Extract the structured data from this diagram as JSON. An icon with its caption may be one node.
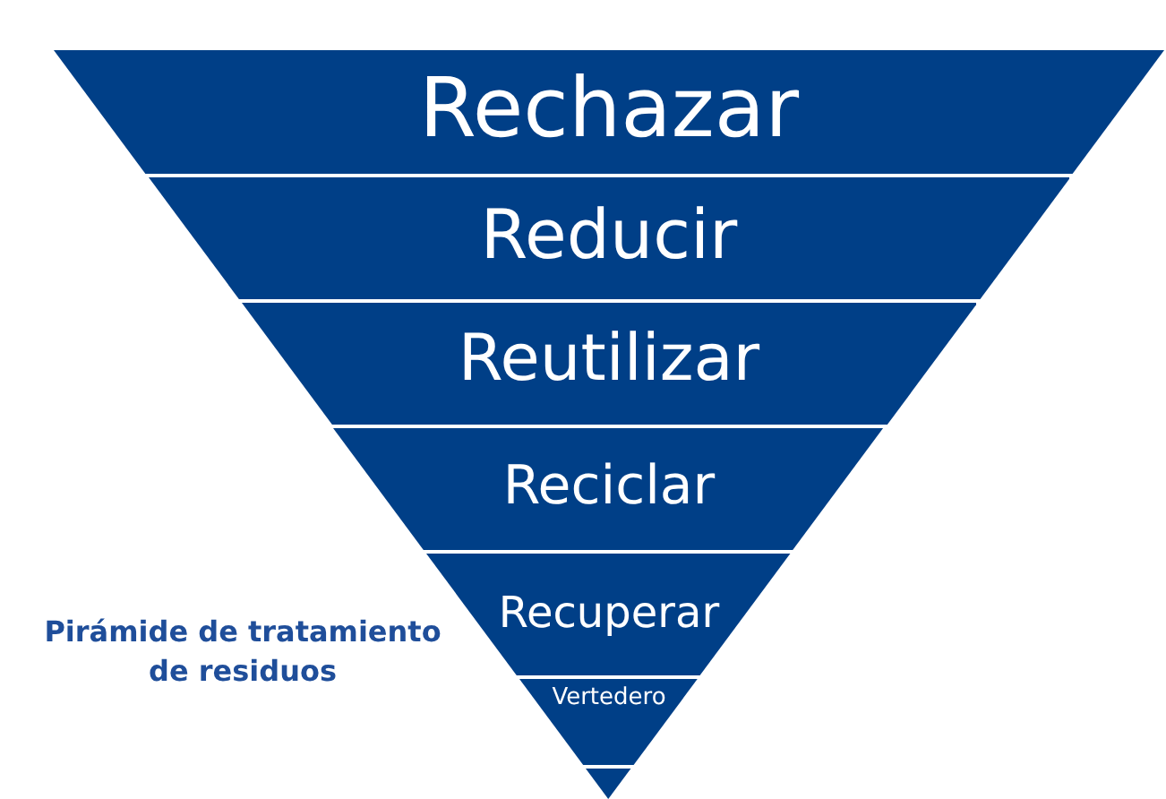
{
  "diagram": {
    "nodes": [
      {
        "text": [
          "Rechazar"
        ]
      },
      {
        "text": [
          "Reducir"
        ]
      },
      {
        "text": [
          "Reutilizar"
        ]
      },
      {
        "text": [
          "Reciclar"
        ]
      },
      {
        "text": [
          "Recuperar"
        ]
      },
      {
        "text": [
          "Vertedero"
        ]
      },
      {
        "text": [],
        "shape": "triangle"
      }
    ],
    "labels": [
      "Pirámide de tratamiento de residuos"
    ]
  }
}
